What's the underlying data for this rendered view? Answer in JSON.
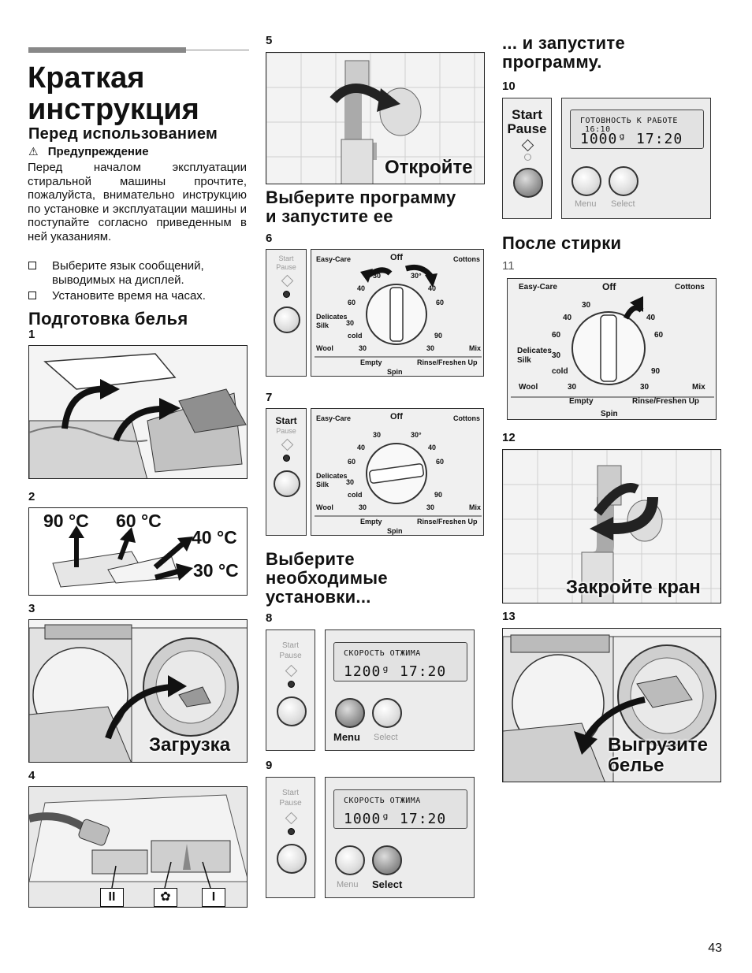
{
  "page": {
    "title_line1": "Краткая",
    "title_line2": "инструкция",
    "page_number": "43"
  },
  "left": {
    "before_use": "Перед использованием",
    "warning_symbol": "⚠",
    "warning": "Предупреждение",
    "paragraph": "Перед началом эксплуатации стиральной машины прочтите, пожалуйста, внимательно инструкцию по установке и эксплуатации машины и поступайте согласно приведенным в ней указаниям.",
    "checklist": [
      "Выберите язык сообщений, выводимых на дисплей.",
      "Установите время на часах."
    ],
    "laundry_heading": "Подготовка белья"
  },
  "steps": {
    "s1": "1",
    "s2": "2",
    "s3": "3",
    "s4": "4",
    "s5": "5",
    "s6": "6",
    "s7": "7",
    "s8": "8",
    "s9": "9",
    "s10": "10",
    "s11": "11",
    "s12": "12",
    "s13": "13"
  },
  "temps": {
    "t90": "90 °C",
    "t60": "60 °C",
    "t40": "40 °C",
    "t30": "30 °C"
  },
  "captions": {
    "load": "Загрузка",
    "open": "Откройте",
    "close_tap": "Закройте кран",
    "unload_line1": "Выгрузите",
    "unload_line2": "белье"
  },
  "compartments": [
    "II",
    "✿",
    "I"
  ],
  "middle": {
    "select_program_line1": "Выберите программу",
    "select_program_line2": "и запустите ее",
    "settings_line1": "Выберите",
    "settings_line2": "необходимые",
    "settings_line3": "установки..."
  },
  "right": {
    "start_line1": "... и запустите",
    "start_line2": "программу.",
    "after_wash": "После стирки"
  },
  "panel": {
    "start": "Start",
    "pause": "Pause",
    "menu": "Menu",
    "select": "Select"
  },
  "displays": {
    "d8_line1": "СКОРОСТЬ ОТЖИМА",
    "d8_line2": "1200",
    "d8_time": "17:20",
    "d9_line1": "СКОРОСТЬ ОТЖИМА",
    "d9_line2": "1000",
    "d9_time": "17:20",
    "d10_line1": "ГОТОВНОСТЬ К РАБОТЕ",
    "d10_clock": "16:10",
    "d10_line2": "1000",
    "d10_time": "17:20"
  },
  "program_dial": {
    "easy_care": "Easy-Care",
    "off": "Off",
    "cottons": "Cottons",
    "delicates": "Delicates",
    "silk": "Silk",
    "wool": "Wool",
    "mix": "Mix",
    "empty": "Empty",
    "rinse": "Rinse/Freshen Up",
    "spin": "Spin",
    "cold": "cold",
    "t30a": "30",
    "t30b": "30°",
    "t40a": "40",
    "t40b": "40",
    "t60a": "60",
    "t60b": "60",
    "t90": "90",
    "t30c": "30",
    "t30d": "30",
    "t30e": "30",
    "t30f": "30"
  }
}
